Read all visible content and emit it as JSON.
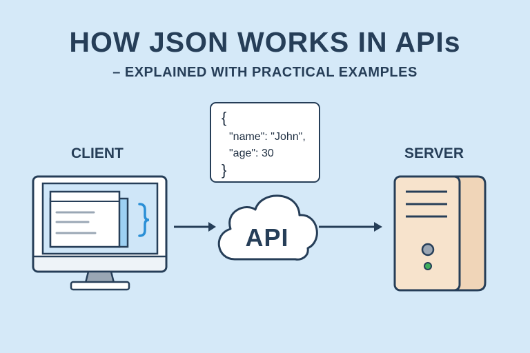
{
  "header": {
    "title": "HOW JSON WORKS IN APIs",
    "subtitle": "– EXPLAINED WITH PRACTICAL EXAMPLES"
  },
  "nodes": {
    "client_label": "CLIENT",
    "server_label": "SERVER",
    "api_label": "API"
  },
  "json_example": {
    "open_brace": "{",
    "name_line": "\"name\": \"John\",",
    "age_line": "\"age\": 30",
    "close_brace": "}"
  },
  "colors": {
    "background": "#d5e9f8",
    "ink": "#263e58",
    "accent_blue": "#2a8fd6",
    "server_fill": "#f7e3cc",
    "server_button": "#9ba6b3",
    "server_led": "#3fae5c"
  },
  "icons": {
    "client": "desktop-monitor-icon",
    "api": "cloud-icon",
    "server": "server-tower-icon",
    "flow": "arrow-right-icon"
  }
}
